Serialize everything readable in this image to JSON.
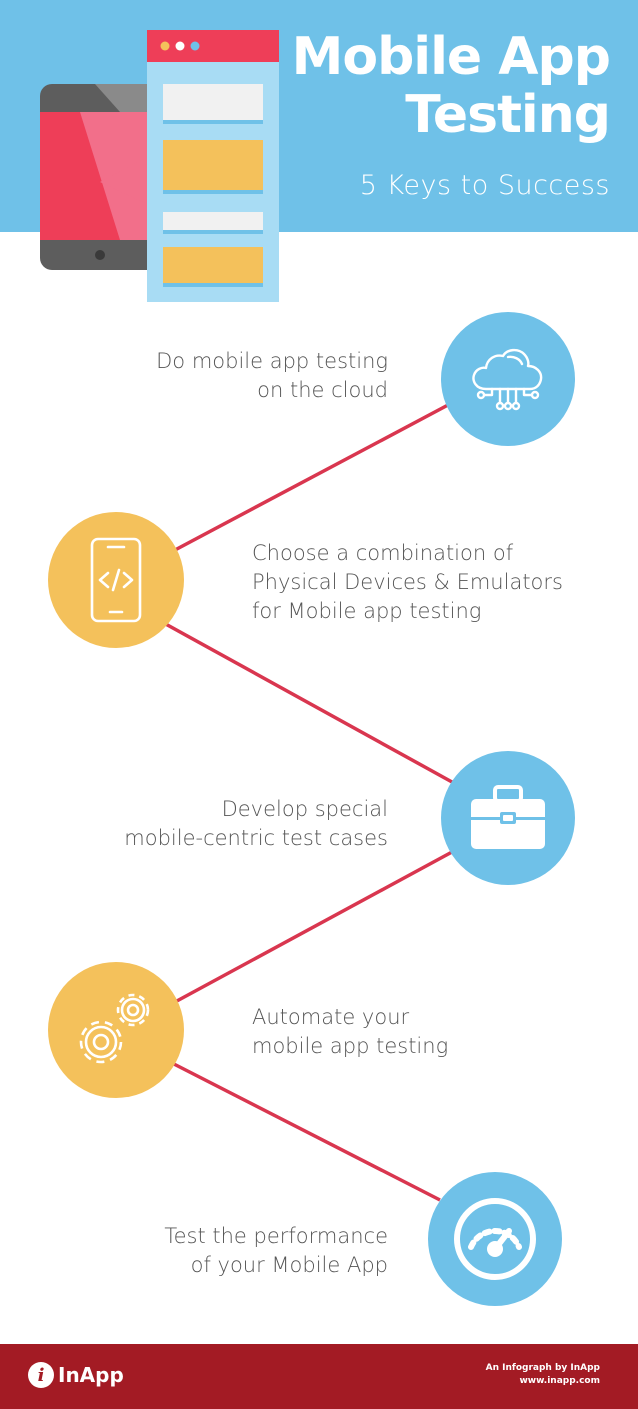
{
  "header": {
    "title_line1": "Mobile App",
    "title_line2": "Testing",
    "subtitle": "5 Keys to Success"
  },
  "steps": [
    {
      "icon": "cloud-network-icon",
      "color": "blue",
      "lines": [
        "Do mobile app testing",
        "on the cloud"
      ]
    },
    {
      "icon": "mobile-code-icon",
      "color": "yellow",
      "lines": [
        "Choose a combination of",
        "Physical Devices & Emulators",
        "for Mobile app testing"
      ]
    },
    {
      "icon": "briefcase-icon",
      "color": "blue",
      "lines": [
        "Develop special",
        "mobile-centric test cases"
      ]
    },
    {
      "icon": "gears-icon",
      "color": "yellow",
      "lines": [
        "Automate your",
        "mobile app testing"
      ]
    },
    {
      "icon": "speedometer-icon",
      "color": "blue",
      "lines": [
        "Test the performance",
        "of your Mobile App"
      ]
    }
  ],
  "colors": {
    "header_blue": "#6fc1e8",
    "accent_yellow": "#f4c15b",
    "connector_red": "#d9364f",
    "footer_red": "#a31b24"
  },
  "footer": {
    "logo_mark": "i",
    "logo_text": "InApp",
    "credit_line1": "An Infograph by InApp",
    "credit_line2": "www.inapp.com"
  }
}
